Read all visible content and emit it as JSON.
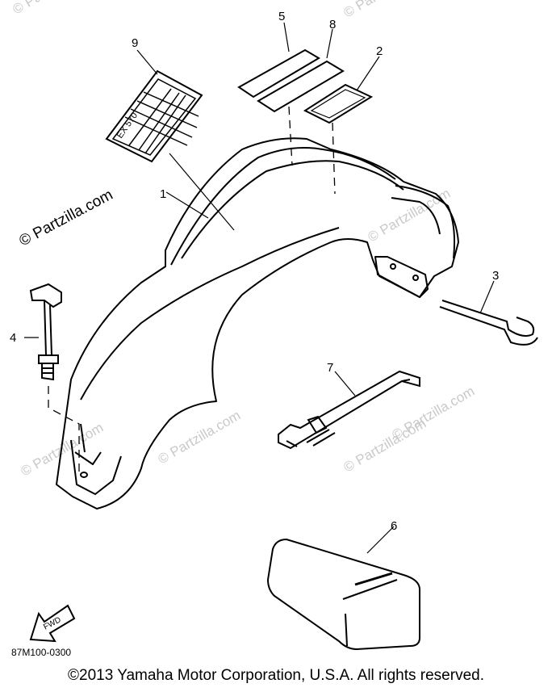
{
  "diagram": {
    "part_labels": {
      "p1": "1",
      "p2": "2",
      "p3": "3",
      "p4": "4",
      "p5": "5",
      "p6": "6",
      "p7": "7",
      "p8": "8",
      "p9": "9"
    },
    "decal_text": "EX 570",
    "arrow_text": "FWD",
    "drawing_code": "87M100-0300",
    "watermark": "© Partzilla.com",
    "copyright": "©2013 Yamaha Motor Corporation, U.S.A. All rights reserved."
  }
}
